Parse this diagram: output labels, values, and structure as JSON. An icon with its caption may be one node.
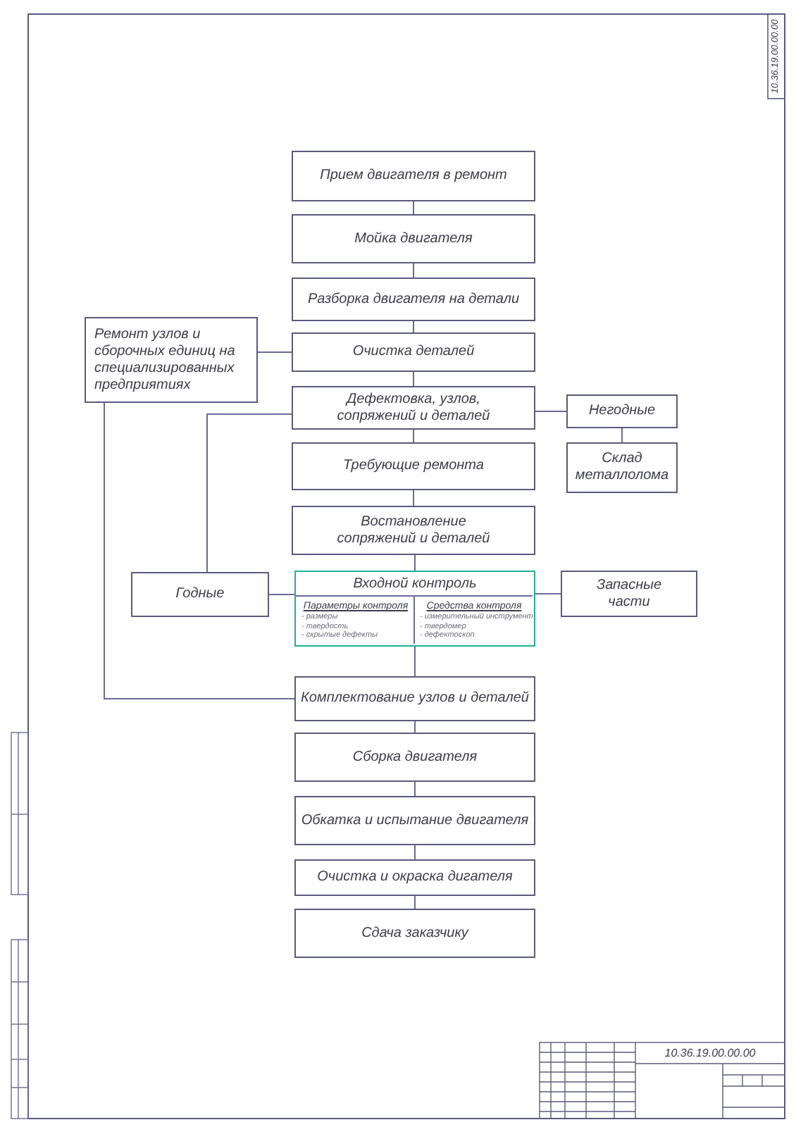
{
  "diagram": {
    "nodes": [
      {
        "text": [
          "Прием двигателя в ремонт"
        ]
      },
      {
        "text": [
          "Мойка двигателя"
        ]
      },
      {
        "text": [
          "Разборка двигателя на детали"
        ]
      },
      {
        "text": [
          "Ремонт узлов и сборочных единиц на специализированных предприятиях"
        ]
      },
      {
        "text": [
          "Очистка деталей"
        ]
      },
      {
        "text": [
          "Дефектовка, узлов, сопряжений и деталей"
        ]
      },
      {
        "text": [
          "Негодные"
        ]
      },
      {
        "text": [
          "Требующие ремонта"
        ]
      },
      {
        "text": [
          "Склад металлолома"
        ]
      },
      {
        "text": [
          "Востановление сопряжений и деталей"
        ]
      },
      {
        "text": [
          "Годные"
        ]
      },
      {
        "text": [
          "Входной контроль",
          "Параметры контроля",
          "- размеры",
          "- твердость",
          "- скрытые дефекты",
          "Средства контроля",
          "- измерительный инструмент",
          "- твердомер",
          "- дефектоскоп"
        ]
      },
      {
        "text": [
          "Запасные части"
        ]
      },
      {
        "text": [
          "Комплектование узлов и деталей"
        ]
      },
      {
        "text": [
          "Сборка двигателя"
        ]
      },
      {
        "text": [
          "Обкатка и испытание двигателя"
        ]
      },
      {
        "text": [
          "Очистка и окраска дигателя"
        ]
      },
      {
        "text": [
          "Сдача заказчику"
        ]
      }
    ],
    "edges": [
      {
        "from": 0,
        "to": 1,
        "arrow": "none"
      },
      {
        "from": 1,
        "to": 2,
        "arrow": "none"
      },
      {
        "from": 2,
        "to": 4,
        "arrow": "none"
      },
      {
        "from": 4,
        "to": 5,
        "arrow": "none"
      },
      {
        "from": 5,
        "to": 7,
        "arrow": "none"
      },
      {
        "from": 7,
        "to": 9,
        "arrow": "none"
      },
      {
        "from": 9,
        "to": 11,
        "arrow": "none"
      },
      {
        "from": 11,
        "to": 13,
        "arrow": "none"
      },
      {
        "from": 13,
        "to": 14,
        "arrow": "none"
      },
      {
        "from": 14,
        "to": 15,
        "arrow": "none"
      },
      {
        "from": 15,
        "to": 16,
        "arrow": "none"
      },
      {
        "from": 16,
        "to": 17,
        "arrow": "none"
      },
      {
        "from": 3,
        "to": 4,
        "arrow": "none"
      },
      {
        "from": 3,
        "to": 13,
        "arrow": "none"
      },
      {
        "from": 5,
        "to": 6,
        "arrow": "none"
      },
      {
        "from": 6,
        "to": 8,
        "arrow": "none"
      },
      {
        "from": 5,
        "to": 10,
        "arrow": "none"
      },
      {
        "from": 10,
        "to": 11,
        "arrow": "none"
      },
      {
        "from": 11,
        "to": 12,
        "arrow": "none"
      }
    ],
    "labels": [
      "10.36.19.00.00.00",
      "10.36.19.00.00.00"
    ]
  }
}
